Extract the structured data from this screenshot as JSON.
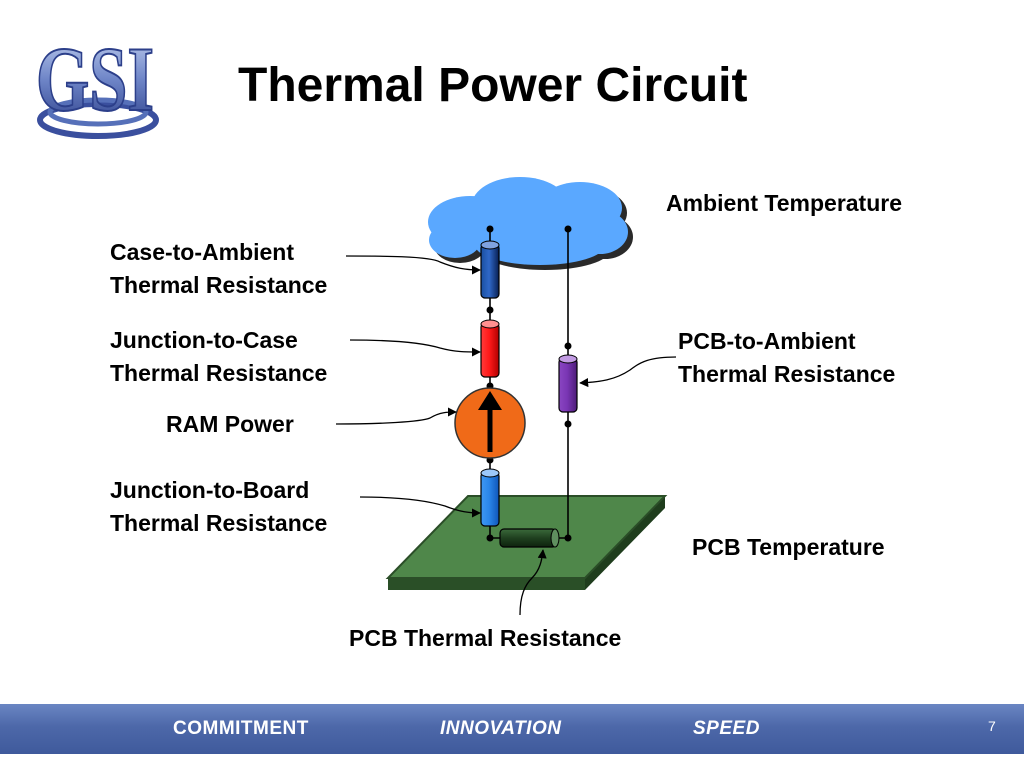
{
  "slide": {
    "title": "Thermal Power Circuit",
    "page_number": "7"
  },
  "labels": {
    "ambient_temperature": "Ambient Temperature",
    "case_to_ambient": [
      "Case-to-Ambient",
      "Thermal Resistance"
    ],
    "junction_to_case": [
      "Junction-to-Case",
      "Thermal Resistance"
    ],
    "ram_power": "RAM Power",
    "junction_to_board": [
      "Junction-to-Board",
      "Thermal Resistance"
    ],
    "pcb_to_ambient": [
      "PCB-to-Ambient",
      "Thermal Resistance"
    ],
    "pcb_temperature": "PCB Temperature",
    "pcb_thermal_resistance": "PCB Thermal Resistance"
  },
  "footer": {
    "words": [
      "COMMITMENT",
      "INNOVATION",
      "SPEED"
    ]
  },
  "colors": {
    "cloud": "#5aa8ff",
    "board": "#3f6f3b",
    "case_to_ambient_resistor": "#0a2e6e",
    "junction_to_case_resistor": "#e00000",
    "junction_to_board_resistor": "#1e7fe0",
    "pcb_to_ambient_resistor": "#7030a0",
    "pcb_resistor": "#1f3d1f",
    "ram_power_source": "#f06a18",
    "footer_bar": "#4d68a9"
  },
  "logo_text": "GSI"
}
